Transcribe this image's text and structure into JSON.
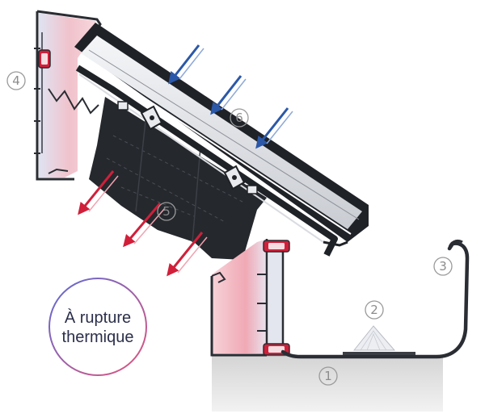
{
  "diagram": {
    "title": "",
    "callouts": [
      {
        "id": "1",
        "label": "1"
      },
      {
        "id": "2",
        "label": "2"
      },
      {
        "id": "3",
        "label": "3"
      },
      {
        "id": "4",
        "label": "4"
      },
      {
        "id": "5",
        "label": "5"
      },
      {
        "id": "6",
        "label": "6"
      }
    ],
    "badge": {
      "line1": "À rupture",
      "line2": "thermique"
    },
    "colors": {
      "cold_arrow": "#2f5fb0",
      "hot_arrow": "#d7263d",
      "warm_zone": "#f3b6bf",
      "cool_zone": "#dfe3f2",
      "glazing_frame": "#1f2227",
      "slab": "#d9d9d9",
      "badge_ring_start": "#5b6bd6",
      "badge_ring_end": "#e2557a"
    },
    "icons": {
      "cold_arrows": "arrow-down-left-icon",
      "hot_arrows": "arrow-down-left-icon"
    }
  }
}
